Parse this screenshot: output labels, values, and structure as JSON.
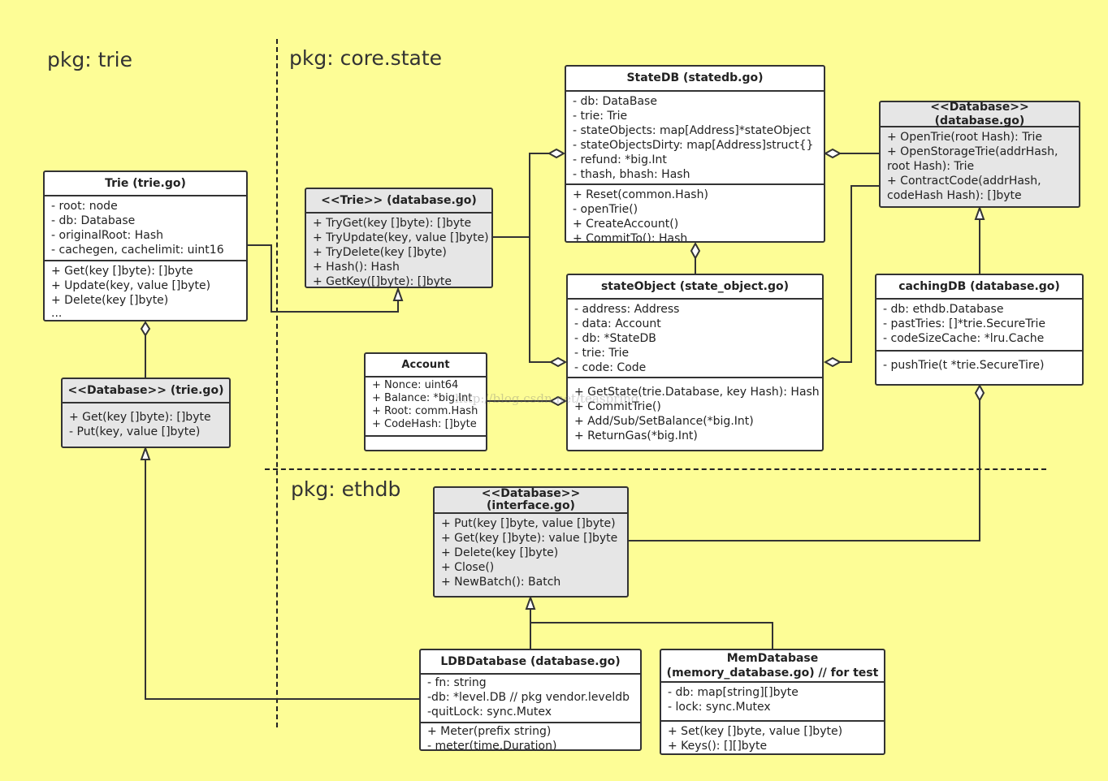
{
  "packages": {
    "trie": "pkg: trie",
    "core_state": "pkg: core.state",
    "ethdb": "pkg: ethdb"
  },
  "watermark": "http://blog.csdn.net/teaspring",
  "classes": {
    "trie": {
      "title": "Trie (trie.go)",
      "fields": [
        "- root: node",
        "- db: Database",
        "- originalRoot: Hash",
        "- cachegen, cachelimit: uint16"
      ],
      "methods": [
        "+ Get(key []byte): []byte",
        "+ Update(key, value []byte)",
        "+ Delete(key []byte)",
        "..."
      ]
    },
    "trie_database": {
      "title": "<<Database>> (trie.go)",
      "methods": [
        "+ Get(key []byte): []byte",
        "- Put(key, value []byte)"
      ]
    },
    "trie_interface": {
      "title": "<<Trie>> (database.go)",
      "methods": [
        "+ TryGet(key []byte): []byte",
        "+ TryUpdate(key, value []byte)",
        "+ TryDelete(key []byte)",
        "+ Hash(): Hash",
        "+ GetKey([]byte): []byte"
      ]
    },
    "account": {
      "title": "Account",
      "fields": [
        "+ Nonce: uint64",
        "+ Balance: *big.Int",
        "+ Root: comm.Hash",
        "+ CodeHash: []byte"
      ]
    },
    "statedb": {
      "title": "StateDB (statedb.go)",
      "fields": [
        "- db: DataBase",
        "- trie: Trie",
        "- stateObjects: map[Address]*stateObject",
        "- stateObjectsDirty: map[Address]struct{}",
        "- refund: *big.Int",
        "- thash, bhash: Hash"
      ],
      "methods": [
        "+ Reset(common.Hash)",
        "- openTrie()",
        "+ CreateAccount()",
        "+ CommitTo(): Hash"
      ]
    },
    "state_object": {
      "title": "stateObject (state_object.go)",
      "fields": [
        "- address: Address",
        "- data: Account",
        "- db: *StateDB",
        "- trie: Trie",
        "- code: Code"
      ],
      "methods": [
        "+ GetState(trie.Database, key Hash): Hash",
        "+ CommitTrie()",
        "+ Add/Sub/SetBalance(*big.Int)",
        "+ ReturnGas(*big.Int)"
      ]
    },
    "state_database": {
      "title": "<<Database>> (database.go)",
      "methods": [
        "+ OpenTrie(root Hash): Trie",
        "+ OpenStorageTrie(addrHash,",
        "root Hash): Trie",
        "+ ContractCode(addrHash,",
        "codeHash Hash): []byte"
      ]
    },
    "caching_db": {
      "title": "cachingDB (database.go)",
      "fields": [
        "- db: ethdb.Database",
        "- pastTries: []*trie.SecureTrie",
        "- codeSizeCache: *lru.Cache"
      ],
      "methods": [
        "- pushTrie(t *trie.SecureTire)"
      ]
    },
    "ethdb_database": {
      "title_line1": "<<Database>>",
      "title_line2": "(interface.go)",
      "methods": [
        "+ Put(key []byte, value []byte)",
        "+ Get(key []byte): value []byte",
        "+ Delete(key []byte)",
        "+ Close()",
        "+ NewBatch(): Batch"
      ]
    },
    "ldb_database": {
      "title": "LDBDatabase (database.go)",
      "fields": [
        "- fn: string",
        "-db: *level.DB // pkg vendor.leveldb",
        "-quitLock: sync.Mutex"
      ],
      "methods": [
        "+ Meter(prefix string)",
        "- meter(time.Duration)"
      ]
    },
    "mem_database": {
      "title_line1": "MemDatabase",
      "title_line2": "(memory_database.go) // for test",
      "fields": [
        "- db: map[string][]byte",
        "- lock: sync.Mutex"
      ],
      "methods": [
        "+ Set(key []byte, value []byte)",
        "+ Keys(): [][]byte"
      ]
    }
  }
}
